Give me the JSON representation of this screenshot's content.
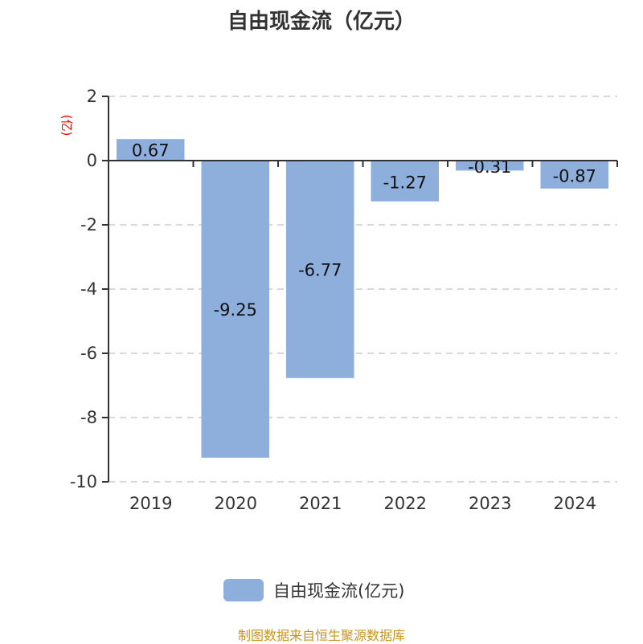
{
  "chart_data": {
    "type": "bar",
    "title": "自由现金流（亿元）",
    "ylabel": "(亿)",
    "xlabel": "",
    "categories": [
      "2019",
      "2020",
      "2021",
      "2022",
      "2023",
      "2024"
    ],
    "values": [
      0.67,
      -9.25,
      -6.77,
      -1.27,
      -0.31,
      -0.87
    ],
    "data_labels": [
      "0.67",
      "-9.25",
      "-6.77",
      "-1.27",
      "-0.31",
      "-0.87"
    ],
    "ylim": [
      -10,
      2
    ],
    "yticks": [
      2,
      0,
      -2,
      -4,
      -6,
      -8,
      -10
    ],
    "grid": true,
    "legend": {
      "entries": [
        "自由现金流(亿元)"
      ],
      "placement": "bottom"
    },
    "bar_color": "#8eaedb",
    "ylabel_color": "#ff0000"
  },
  "source": "制图数据来自恒生聚源数据库"
}
